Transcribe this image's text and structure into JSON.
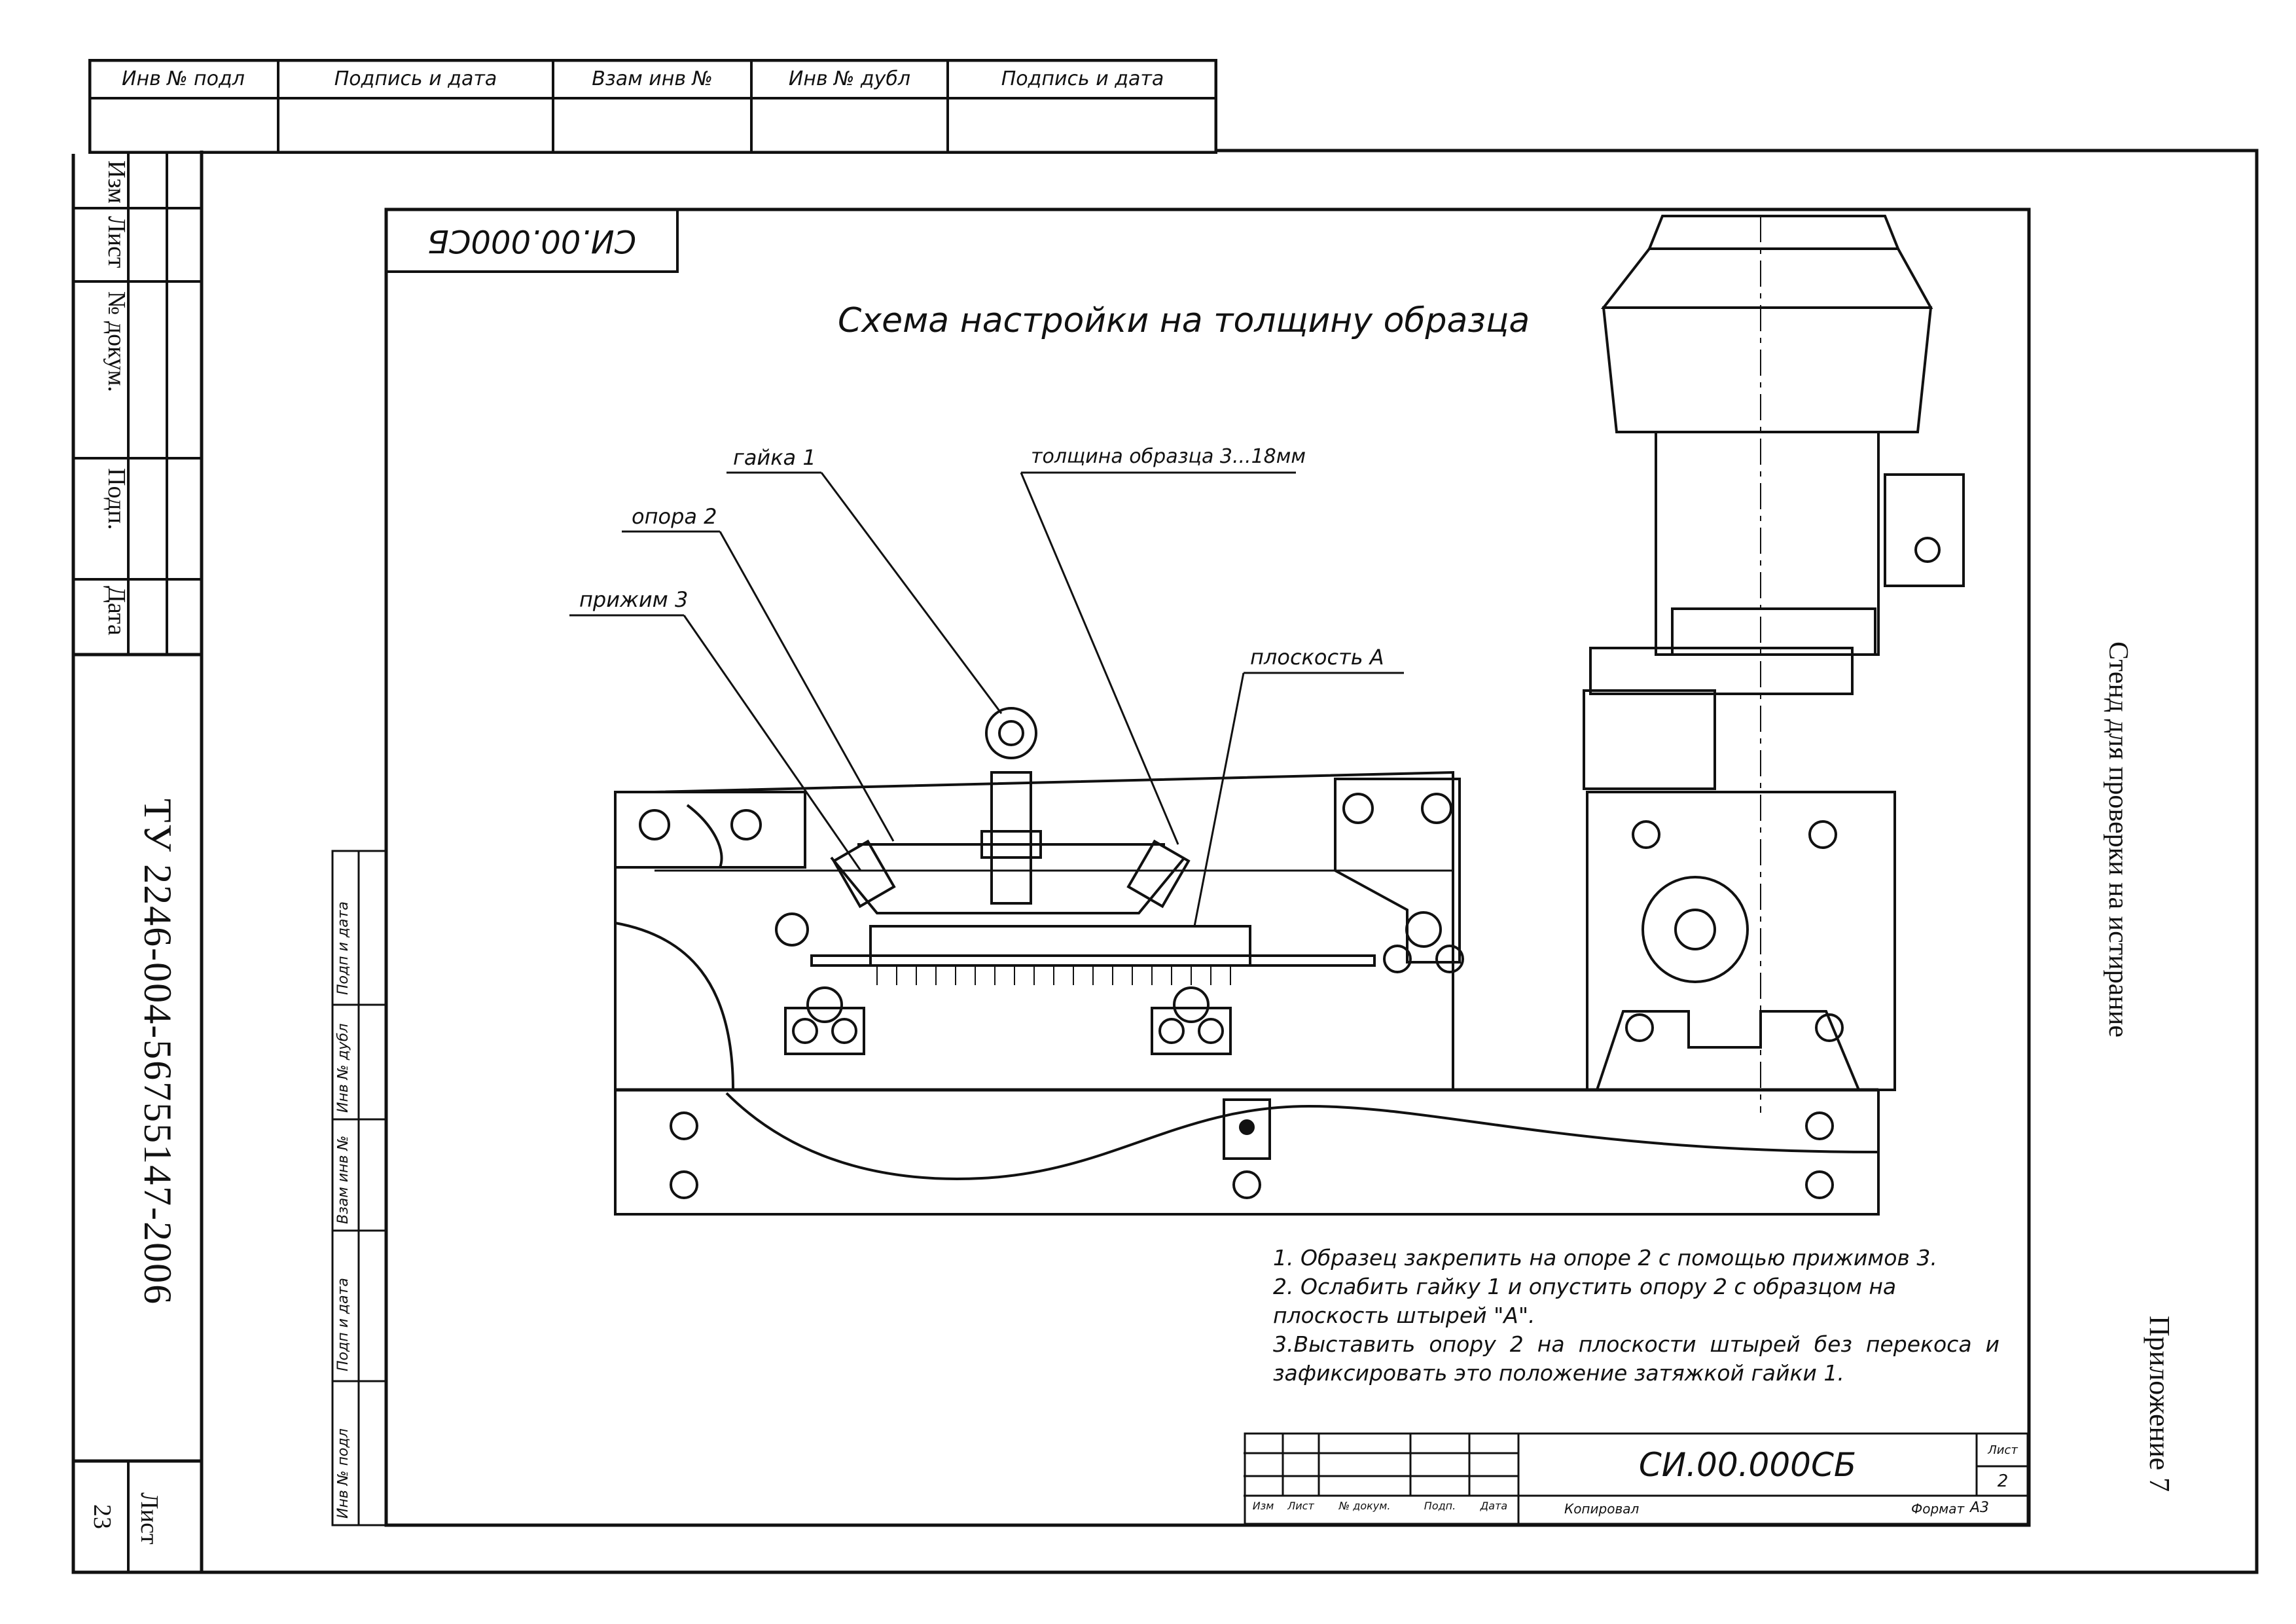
{
  "top_stamp": {
    "headers": [
      "Инв № подл",
      "Подпись и дата",
      "Взам инв №",
      "Инв № дубл",
      "Подпись и дата"
    ]
  },
  "left_column": {
    "labels": [
      "Изм",
      "Лист",
      "№ докум.",
      "Подп.",
      "Дата"
    ],
    "document_code": "ТУ 2246-004-56755147-2006",
    "sheet_label": "Лист",
    "sheet_number": "23"
  },
  "drawing": {
    "code_box": "СИ.00.000СБ",
    "title": "Схема настройки на толщину образца",
    "callouts": {
      "nut": "гайка 1",
      "support": "опора 2",
      "clamp": "прижим 3",
      "thickness": "толщина образца 3...18мм",
      "plane": "плоскость А"
    },
    "inner_stamp": [
      "Инв № подл",
      "Подп и дата",
      "Взам инв №",
      "Инв № дубл",
      "Подп и дата"
    ],
    "notes": [
      "1. Образец закрепить на опоре 2 с помощью прижимов 3.",
      "2. Ослабить гайку 1 и опустить опору 2 с образцом на плоскость штырей \"А\".",
      "3.Выставить опору 2 на плоскости штырей без перекоса и зафиксировать это положение затяжкой гайки 1."
    ],
    "title_block": {
      "code": "СИ.00.000СБ",
      "columns": [
        "Изм",
        "Лист",
        "№ докум.",
        "Подп.",
        "Дата"
      ],
      "sheet_label": "Лист",
      "sheet_number": "2",
      "copied": "Копировал",
      "format_label": "Формат",
      "format_value": "А3"
    }
  },
  "right_side": {
    "caption": "Стенд для проверки на истирание",
    "appendix": "Приложение 7"
  }
}
